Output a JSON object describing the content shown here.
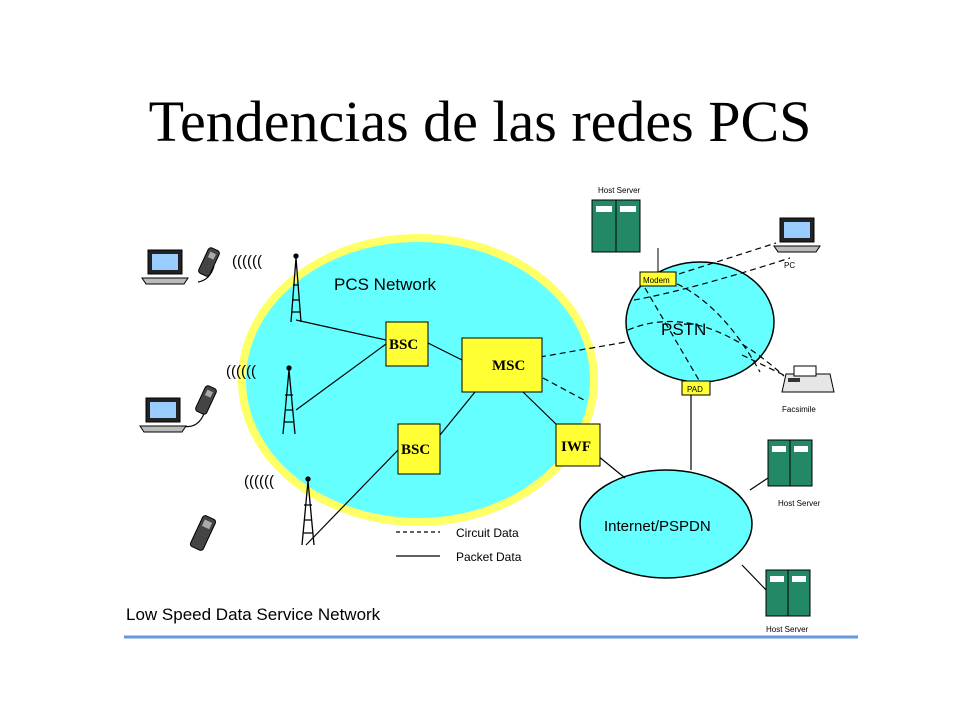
{
  "slide": {
    "title": "Tendencias de las redes PCS"
  },
  "diagram": {
    "pcs_network_label": "PCS Network",
    "bsc_top_label": "BSC",
    "bsc_bottom_label": "BSC",
    "msc_label": "MSC",
    "iwf_label": "IWF",
    "pstn_label": "PSTN",
    "internet_label": "Internet/PSPDN",
    "modem_label": "Modem",
    "pad_label": "PAD",
    "pc_label": "PC",
    "facsimile_label": "Facsimile",
    "host_server_label": "Host Server",
    "radio_waves_label": "((((((",
    "legend": {
      "circuit_label": "Circuit Data",
      "packet_label": "Packet Data"
    },
    "caption": "Low Speed Data Service Network"
  },
  "colors": {
    "network_cloud": "#66ffff",
    "cloud_border": "#ffff66",
    "node_box": "#ffff33",
    "frame_line": "#6699dd",
    "server": "#228866"
  }
}
